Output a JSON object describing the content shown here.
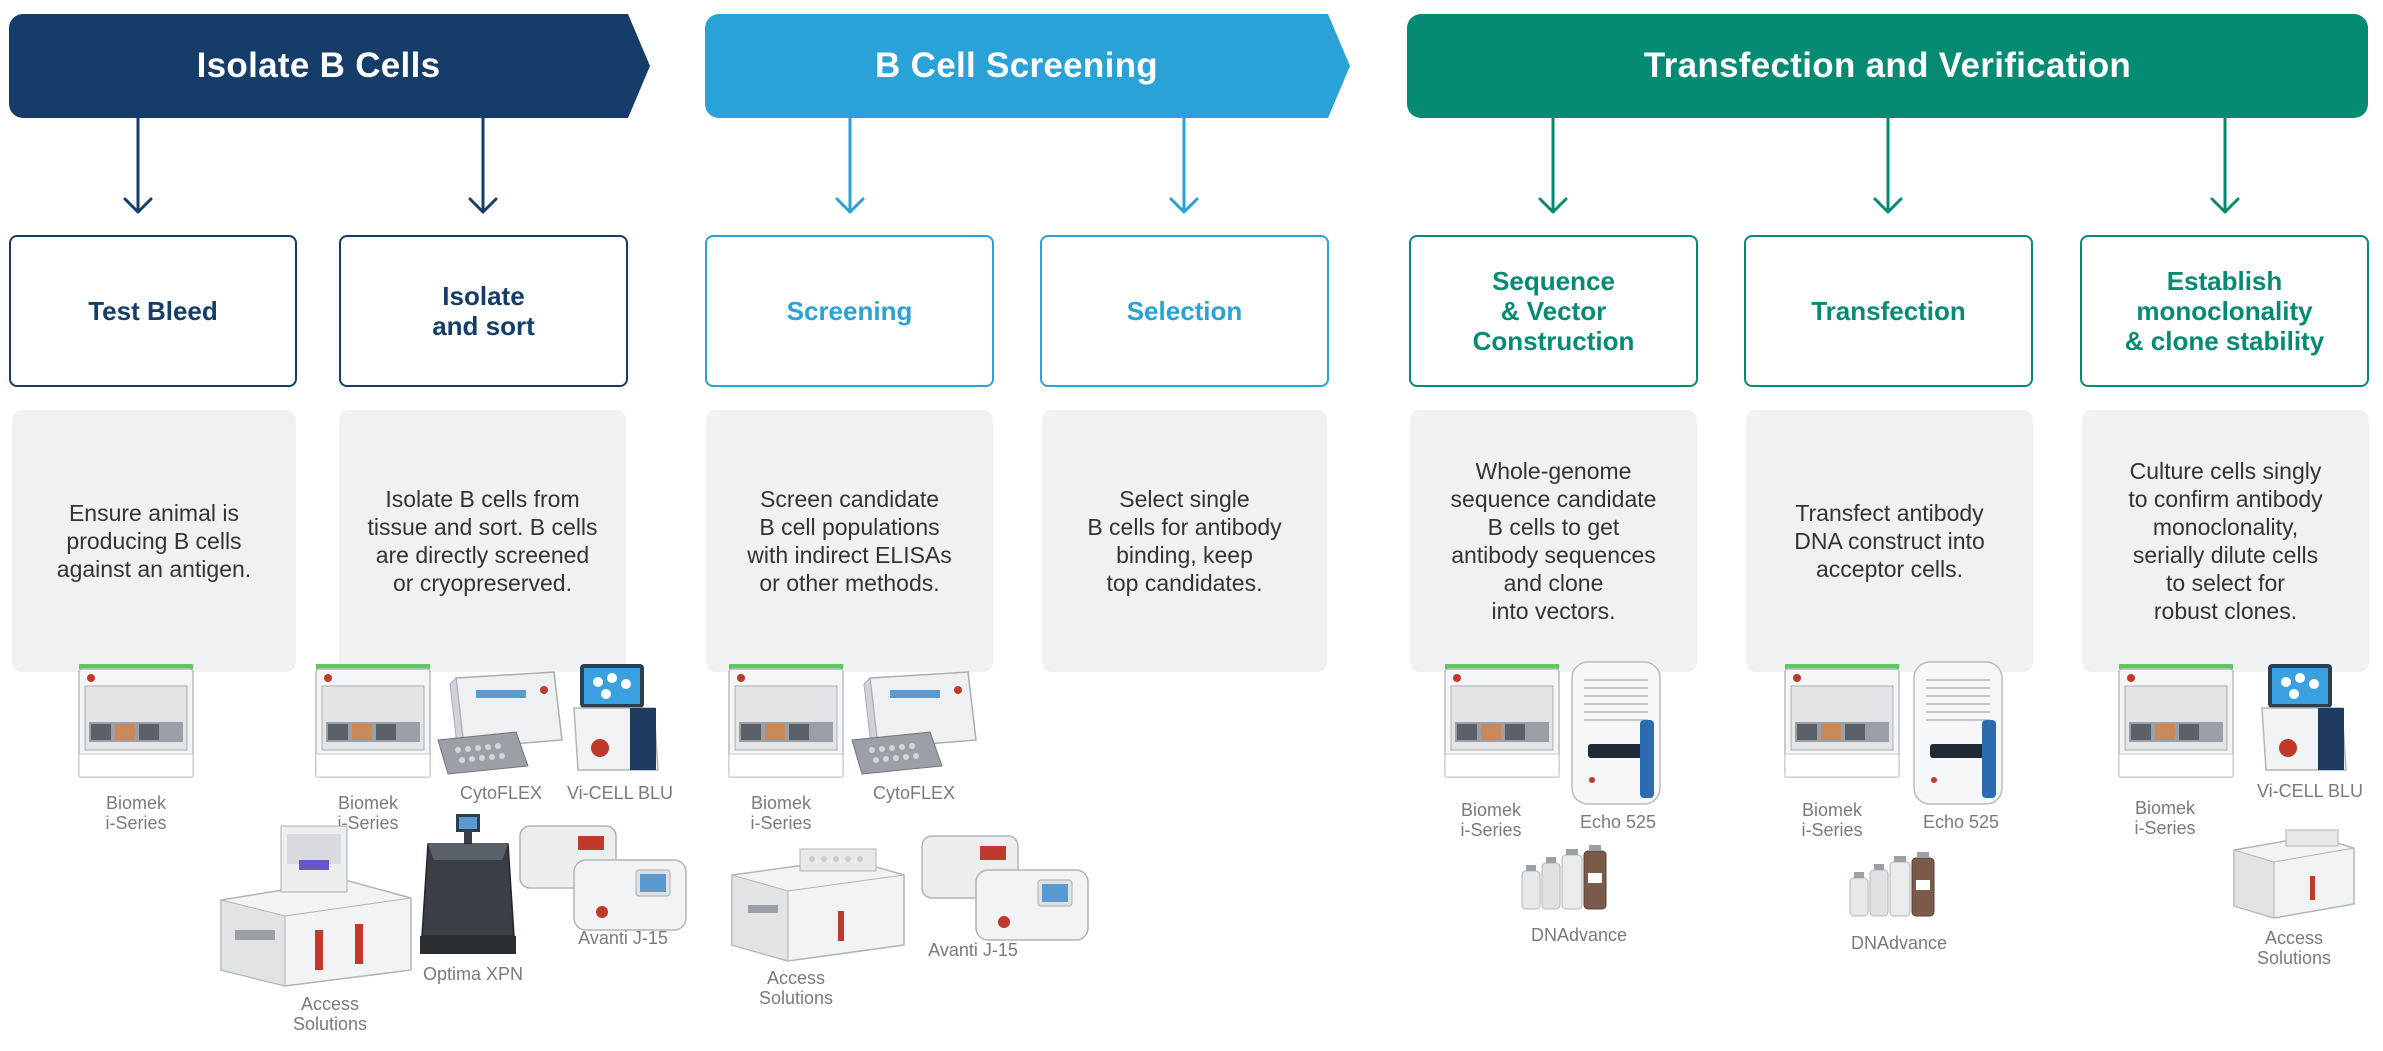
{
  "colors": {
    "navy": "#163d6a",
    "blue": "#2aa2d8",
    "teal": "#058a73",
    "panel": "#f0f1f2"
  },
  "stages": [
    {
      "title": "Isolate B Cells"
    },
    {
      "title": "B Cell Screening"
    },
    {
      "title": "Transfection and Verification"
    }
  ],
  "steps": [
    {
      "title": "Test Bleed",
      "description": "Ensure animal is\nproducing B cells\nagainst an antigen."
    },
    {
      "title": "Isolate\nand sort",
      "description": "Isolate B cells from\ntissue and sort. B cells\nare directly screened\nor cryopreserved."
    },
    {
      "title": "Screening",
      "description": "Screen candidate\nB cell populations\nwith indirect ELISAs\nor other methods."
    },
    {
      "title": "Selection",
      "description": "Select single\nB cells for antibody\nbinding, keep\ntop candidates."
    },
    {
      "title": "Sequence\n& Vector\nConstruction",
      "description": "Whole-genome\nsequence candidate\nB cells to get\nantibody sequences\nand clone\ninto vectors."
    },
    {
      "title": "Transfection",
      "description": "Transfect antibody\nDNA construct into\nacceptor cells."
    },
    {
      "title": "Establish\nmonoclonality\n& clone stability",
      "description": "Culture cells singly\nto confirm antibody\nmonoclonality,\nserially dilute cells\nto select for\nrobust clones."
    }
  ],
  "instruments": {
    "biomek": "Biomek\ni-Series",
    "cytoflex": "CytoFLEX",
    "vicell": "Vi-CELL BLU",
    "access": "Access\nSolutions",
    "optima": "Optima XPN",
    "avanti": "Avanti J-15",
    "echo": "Echo 525",
    "dnadvance": "DNAdvance"
  }
}
